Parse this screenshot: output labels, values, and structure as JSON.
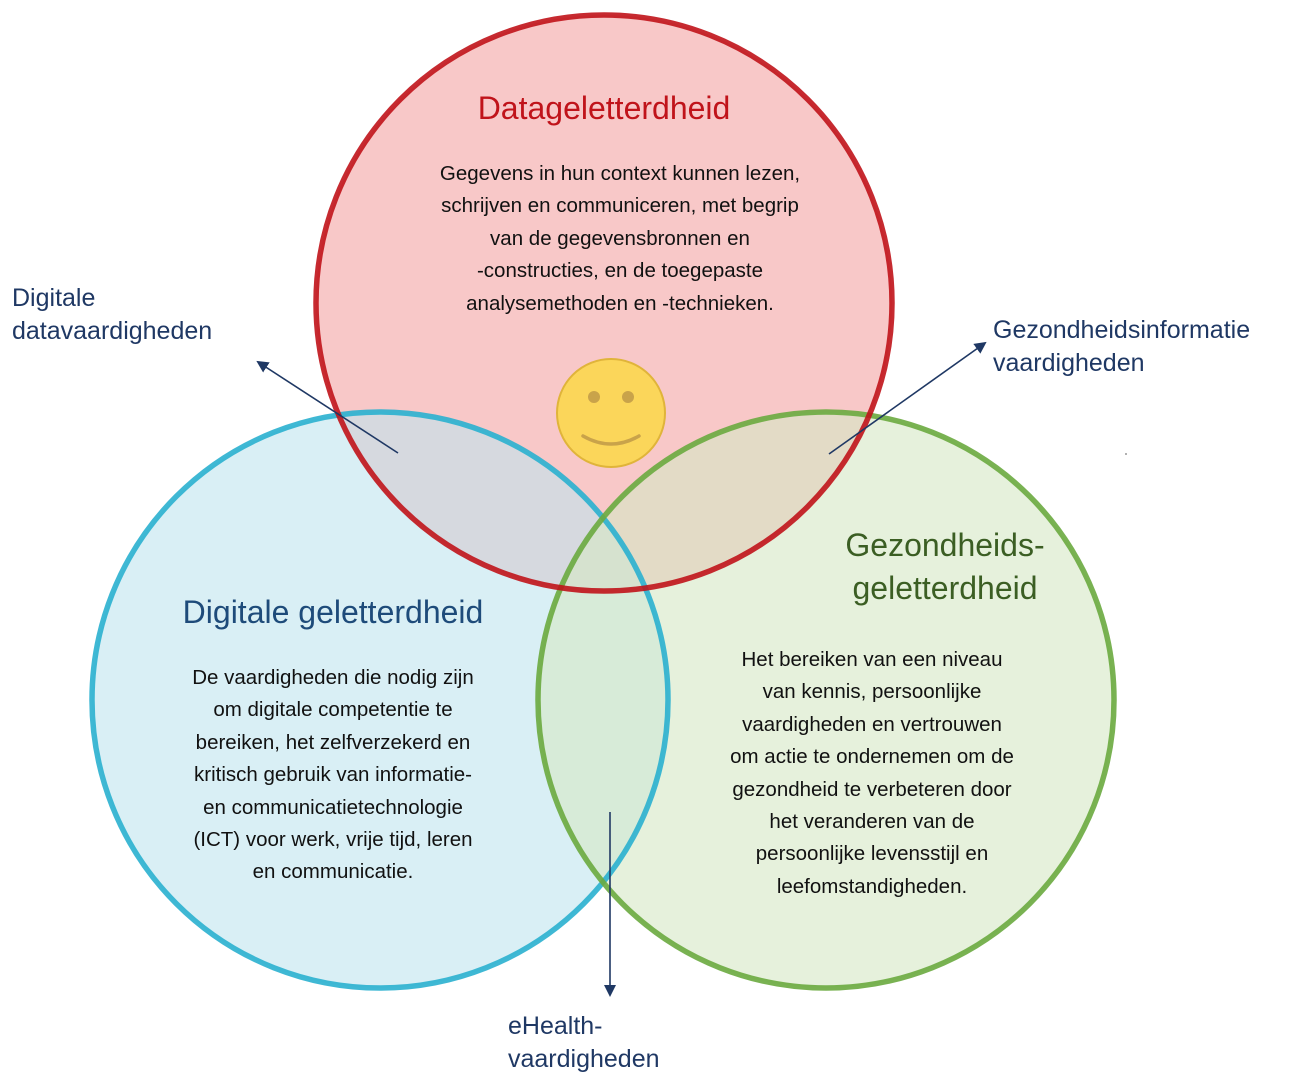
{
  "colors": {
    "data": "#c0131a",
    "data_fill": "#f5b5b6",
    "digital": "#2ab0cf",
    "digital_fill": "#bfe4ef",
    "health": "#6aaa3f",
    "health_fill": "#d6e8c4",
    "digital_text": "#1e4b7a",
    "health_text": "#3b5e23",
    "link_text": "#1f3864",
    "arrow": "#1f3864",
    "smiley_fill": "#fbd65a",
    "smiley_stroke": "#e0b43a"
  },
  "circles": {
    "data": {
      "title": "Datageletterdheid",
      "description": "Gegevens in hun context kunnen lezen,\nschrijven en communiceren, met begrip\nvan de gegevensbronnen en\n-constructies, en de toegepaste\nanalysemethoden en -technieken."
    },
    "digital": {
      "title": "Digitale geletterdheid",
      "description": "De vaardigheden die nodig zijn\nom digitale competentie te\nbereiken, het zelfverzekerd en\nkritisch gebruik van informatie-\nen communicatietechnologie\n(ICT) voor werk, vrije tijd, leren\nen communicatie."
    },
    "health": {
      "title": "Gezondheids-\ngeletterdheid",
      "description": "Het bereiken van een niveau\nvan kennis, persoonlijke\nvaardigheden en vertrouwen\nom actie te ondernemen om de\ngezondheid te verbeteren door\nhet veranderen van de\npersoonlijke levensstijl en\nleefomstandigheden."
    }
  },
  "intersections": {
    "data_digital": "Digitale\ndatavaardigheden",
    "data_health": "Gezondheidsinformatie\nvaardigheden",
    "digital_health": "eHealth-\nvaardigheden"
  },
  "center_icon": "smiley-face-icon"
}
